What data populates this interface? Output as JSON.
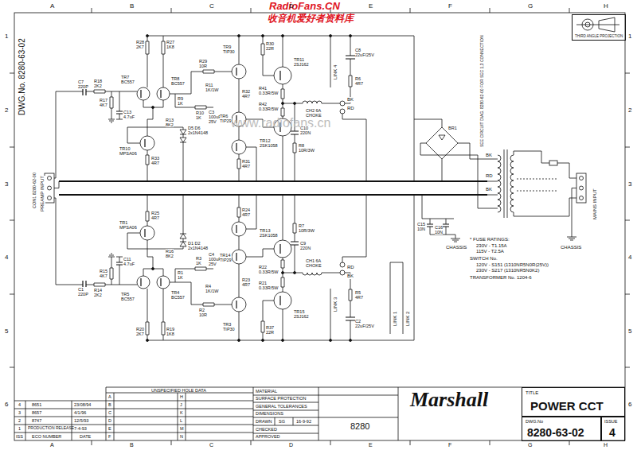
{
  "diagram": {
    "nodes": [
      {
        "text": [
          "THIRD ANGLE PROJECTION"
        ]
      },
      {
        "text": [
          "TITLE",
          "POWER CCT"
        ]
      },
      {
        "text": [
          "DWG.No",
          "8280-63-02"
        ]
      },
      {
        "text": [
          "ISSUE",
          "4"
        ]
      }
    ],
    "labels": [
      "RadioFans.CN",
      "收音机爱好者资料库",
      "www.radiofans.cn",
      "A",
      "B",
      "C",
      "D",
      "E",
      "F",
      "G",
      "H",
      "A",
      "B",
      "C",
      "D",
      "E",
      "F",
      "G",
      "H",
      "1",
      "2",
      "3",
      "4",
      "5",
      "6",
      "1",
      "2",
      "3",
      "4",
      "5",
      "6",
      "DWG.No. 8280-63-02",
      "CON1 8280-62-00",
      "PREAMP INPUT",
      "MAINS INPUT",
      "SEE CIRCUIT DIAG. 8280-62-00 FOR SEC 1,3 CONNECTION",
      "CHASSIS",
      "CHASSIS",
      "* FUSE RATINGS:",
      "230V - T1.15A",
      "115V - T2.5A",
      "SWITCH No.",
      "120V - S151 (1310NR5N0R(25V))",
      "230V - S217 (1310NR5N0K2)",
      "TRANSFORMER No. 1204-6",
      "R28 2K7",
      "R27 1K8",
      "TR7 BC557",
      "TR8 BC557",
      "C7 220P",
      "R18 2K2",
      "R17 4K7",
      "C13 4.7uF",
      "R29 10R",
      "TR9 TIP30",
      "R30 22R",
      "TR11 2SJ162",
      "R9 1K",
      "R10 1K",
      "R11 1K/1W",
      "C3 100uF 25V",
      "R13 8K2",
      "D5 D6 2x1N4148",
      "TR10 MPSA06",
      "R33 4R7",
      "TR6 TIP29",
      "R32 4R7",
      "TR12 2SK1058",
      "R31 4R7",
      "R41 0.33R/5W",
      "R42 0.33R/5W",
      "CH2 6A CHOKE",
      "C10 220N",
      "R8 10R/3W",
      "LINK 4",
      "C8 22uF/25V",
      "R6 4R7",
      "BK",
      "RD",
      "R20 2K7",
      "R19 1K8",
      "TR5 BC557",
      "TR4 BC557",
      "C1 220P",
      "R14 2K2",
      "R15 4K7",
      "C11 4.7uF",
      "R2 10R",
      "TR3 TIP30",
      "R37 22R",
      "TR15 2SJ162",
      "R1 1K",
      "R3 1K",
      "R4 1K/1W",
      "C4 100uF 25V",
      "R16 8K2",
      "D1 D2 2x1N4148",
      "TR1 MPSA06",
      "R25 4R7",
      "TR14 TIP29",
      "R23 4R7",
      "TR13 2SK1058",
      "R24 4R7",
      "R21 0.33R/5W",
      "R22 0.33R/5W",
      "CH1 6A CHOKE",
      "C9 220N",
      "R7 10R/3W",
      "LINK 3",
      "C2 22uF/25V",
      "R5 4R7",
      "BK",
      "RD",
      "LINK 1",
      "LINK 2",
      "BR1",
      "C15 10N",
      "C16 10N",
      "BK",
      "RD",
      "BK",
      "4",
      "8651",
      "23/08/94",
      "3",
      "8657",
      "4/1/96",
      "2",
      "8747",
      "12/5/93",
      "1",
      "PRODUCTION RELEASE",
      "7-4-93",
      "ISS",
      "ECO NUMBER",
      "DATE",
      "UNSPECIFIED HOLE DATA",
      "A",
      "B",
      "C",
      "D",
      "E",
      "F",
      "H",
      "J",
      "K",
      "L",
      "M",
      "N",
      "MATERIAL",
      "SURFACE PROTECTION",
      "GENERAL TOLERANCES",
      "DIMENSIONS",
      "DRAWN",
      "SG",
      "16-9-92",
      "CHECKED",
      "APPROVED",
      "8280",
      "Marshall"
    ]
  }
}
